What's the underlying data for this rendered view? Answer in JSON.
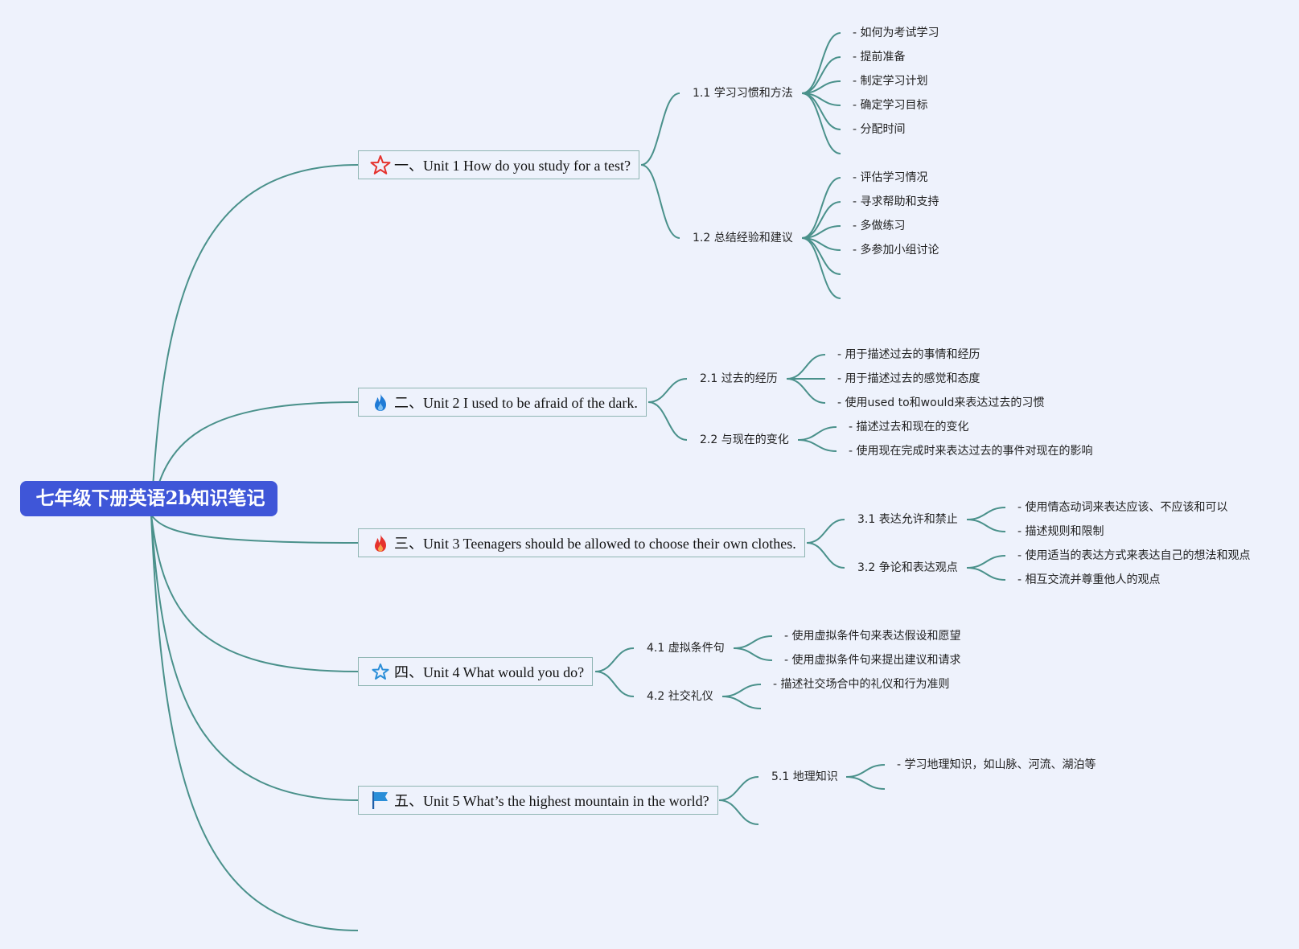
{
  "colors": {
    "background": "#eef2fc",
    "root_fill": "#3f56d8",
    "connector": "#4a918b",
    "unit_border": "#8fb5b3"
  },
  "root": {
    "label": "七年级下册英语2b知识笔记"
  },
  "units": [
    {
      "label": "一、Unit 1 How do you study for a test?",
      "icon": "star-outline-red-icon",
      "subs": [
        {
          "label": "1.1 学习习惯和方法",
          "leaves": [
            "- 如何为考试学习",
            "- 提前准备",
            "- 制定学习计划",
            "- 确定学习目标",
            "- 分配时间",
            ""
          ]
        },
        {
          "label": "1.2 总结经验和建议",
          "leaves": [
            "- 评估学习情况",
            "- 寻求帮助和支持",
            "- 多做练习",
            "- 多参加小组讨论",
            "",
            ""
          ]
        }
      ]
    },
    {
      "label": "二、Unit 2 I used to be afraid of the dark.",
      "icon": "flame-blue-icon",
      "subs": [
        {
          "label": "2.1 过去的经历",
          "leaves": [
            "- 用于描述过去的事情和经历",
            "- 用于描述过去的感觉和态度",
            "- 使用used to和would来表达过去的习惯"
          ]
        },
        {
          "label": "2.2 与现在的变化",
          "leaves": [
            "- 描述过去和现在的变化",
            "- 使用现在完成时来表达过去的事件对现在的影响"
          ]
        }
      ]
    },
    {
      "label": "三、Unit 3 Teenagers should be allowed to choose their own clothes.",
      "icon": "flame-red-icon",
      "subs": [
        {
          "label": "3.1 表达允许和禁止",
          "leaves": [
            "- 使用情态动词来表达应该、不应该和可以",
            "- 描述规则和限制"
          ]
        },
        {
          "label": "3.2 争论和表达观点",
          "leaves": [
            "- 使用适当的表达方式来表达自己的想法和观点",
            "- 相互交流并尊重他人的观点"
          ]
        }
      ]
    },
    {
      "label": "四、Unit 4 What would you do?",
      "icon": "star-outline-blue-icon",
      "subs": [
        {
          "label": "4.1 虚拟条件句",
          "leaves": [
            "- 使用虚拟条件句来表达假设和愿望",
            "- 使用虚拟条件句来提出建议和请求"
          ]
        },
        {
          "label": "4.2 社交礼仪",
          "leaves": [
            "- 描述社交场合中的礼仪和行为准则",
            ""
          ]
        }
      ]
    },
    {
      "label": "五、Unit 5 What’s the highest mountain in the world?",
      "icon": "flag-blue-icon",
      "subs": [
        {
          "label": "5.1 地理知识",
          "leaves": [
            "- 学习地理知识，如山脉、河流、湖泊等",
            ""
          ]
        },
        {
          "label": "",
          "leaves": []
        }
      ]
    }
  ]
}
